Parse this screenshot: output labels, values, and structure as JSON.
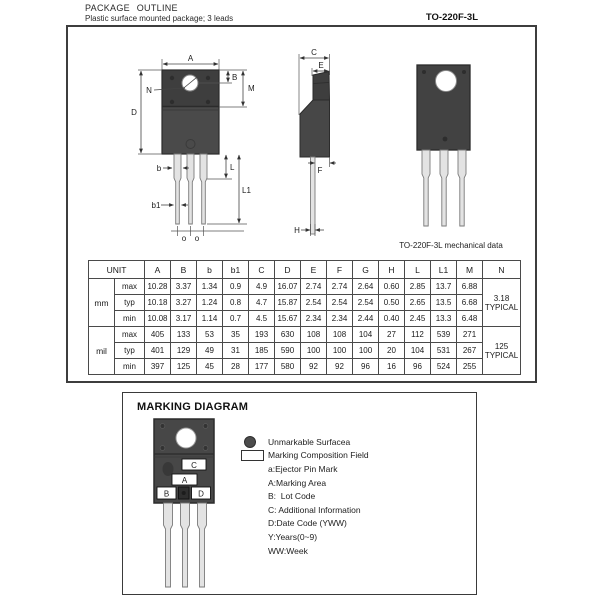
{
  "header": {
    "title": "PACKAGE OUTLINE",
    "subtitle": "Plastic surface mounted package; 3 leads",
    "package_name": "TO-220F-3L"
  },
  "drawings": {
    "front": {
      "dim_labels": {
        "A": "A",
        "B": "B",
        "M": "M",
        "N": "N",
        "D": "D",
        "b": "b",
        "b1": "b1",
        "L": "L",
        "L1": "L1"
      },
      "pitch_marks": [
        "o",
        "o"
      ]
    },
    "side": {
      "dim_labels": {
        "C": "C",
        "E": "E",
        "F": "F",
        "H": "H"
      }
    },
    "back": {
      "caption": "TO-220F-3L mechanical data"
    }
  },
  "table": {
    "unit_header": "UNIT",
    "columns": [
      "A",
      "B",
      "b",
      "b1",
      "C",
      "D",
      "E",
      "F",
      "G",
      "H",
      "L",
      "L1",
      "M",
      "N"
    ],
    "groups": [
      {
        "unit": "mm",
        "n_value": "3.18",
        "n_label": "TYPICAL",
        "rows": [
          {
            "label": "max",
            "values": [
              "10.28",
              "3.37",
              "1.34",
              "0.9",
              "4.9",
              "16.07",
              "2.74",
              "2.74",
              "2.64",
              "0.60",
              "2.85",
              "13.7",
              "6.88"
            ]
          },
          {
            "label": "typ",
            "values": [
              "10.18",
              "3.27",
              "1.24",
              "0.8",
              "4.7",
              "15.87",
              "2.54",
              "2.54",
              "2.54",
              "0.50",
              "2.65",
              "13.5",
              "6.68"
            ]
          },
          {
            "label": "min",
            "values": [
              "10.08",
              "3.17",
              "1.14",
              "0.7",
              "4.5",
              "15.67",
              "2.34",
              "2.34",
              "2.44",
              "0.40",
              "2.45",
              "13.3",
              "6.48"
            ]
          }
        ]
      },
      {
        "unit": "mil",
        "n_value": "125",
        "n_label": "TYPICAL",
        "rows": [
          {
            "label": "max",
            "values": [
              "405",
              "133",
              "53",
              "35",
              "193",
              "630",
              "108",
              "108",
              "104",
              "27",
              "112",
              "539",
              "271"
            ]
          },
          {
            "label": "typ",
            "values": [
              "401",
              "129",
              "49",
              "31",
              "185",
              "590",
              "100",
              "100",
              "100",
              "20",
              "104",
              "531",
              "267"
            ]
          },
          {
            "label": "min",
            "values": [
              "397",
              "125",
              "45",
              "28",
              "177",
              "580",
              "92",
              "92",
              "96",
              "16",
              "96",
              "524",
              "255"
            ]
          }
        ]
      }
    ]
  },
  "marking": {
    "title": "MARKING DIAGRAM",
    "labels": [
      "C",
      "A",
      "B",
      "D"
    ],
    "legend": [
      {
        "bullet": "circle",
        "text": "Unmarkable Surfacea"
      },
      {
        "bullet": "rect",
        "text": "Marking Composition Field"
      },
      {
        "bullet": "none",
        "text": "a:Ejector Pin Mark"
      },
      {
        "bullet": "none",
        "text": "A:Marking Area"
      },
      {
        "bullet": "none",
        "text": "B:  Lot Code"
      },
      {
        "bullet": "none",
        "text": "C: Additional Information"
      },
      {
        "bullet": "none",
        "text": "D:Date Code (YWW)"
      },
      {
        "bullet": "none",
        "text": "Y:Years(0~9)"
      },
      {
        "bullet": "none",
        "text": "WW:Week"
      }
    ]
  },
  "colors": {
    "body_dark": "#3e3e3e",
    "body_mid": "#4a4a4a",
    "lead_fill": "#e3e3e3",
    "lead_stroke": "#7a7a7a",
    "line": "#333333"
  }
}
